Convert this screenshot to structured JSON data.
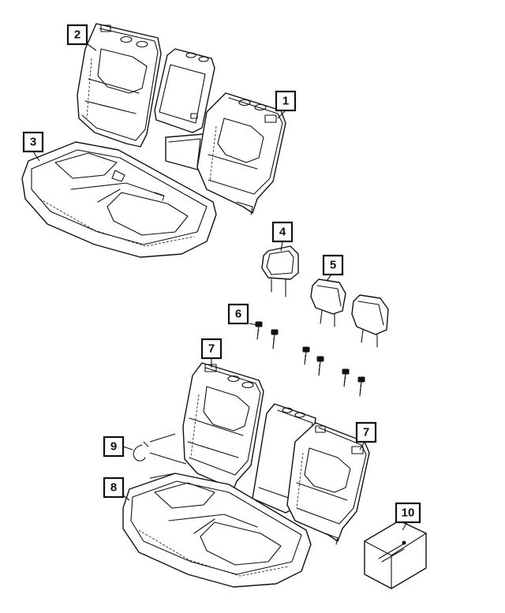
{
  "diagram": {
    "callouts": [
      {
        "id": "c2",
        "label": "2"
      },
      {
        "id": "c1",
        "label": "1"
      },
      {
        "id": "c3",
        "label": "3"
      },
      {
        "id": "c4",
        "label": "4"
      },
      {
        "id": "c5",
        "label": "5"
      },
      {
        "id": "c6",
        "label": "6"
      },
      {
        "id": "c7a",
        "label": "7"
      },
      {
        "id": "c7b",
        "label": "7"
      },
      {
        "id": "c9",
        "label": "9"
      },
      {
        "id": "c8",
        "label": "8"
      },
      {
        "id": "c10",
        "label": "10"
      }
    ]
  }
}
